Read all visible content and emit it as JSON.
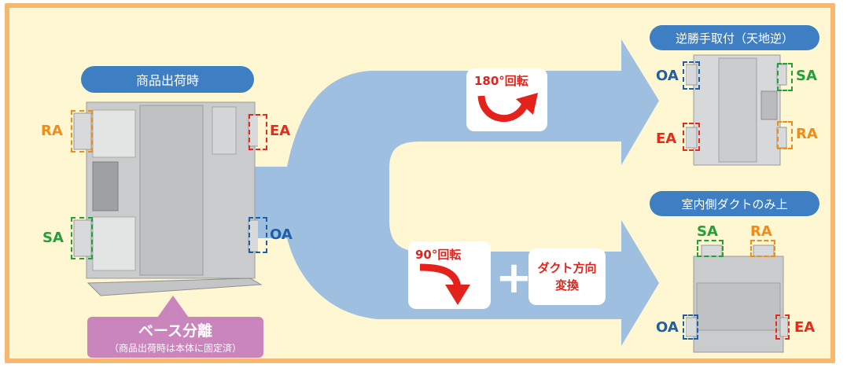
{
  "labels": {
    "shipping_state": "商品出荷時",
    "reverse_mount": "逆勝手取付（天地逆）",
    "indoor_duct_up": "室内側ダクトのみ上",
    "rotate_180": "180°回転",
    "rotate_90": "90°回転",
    "plus": "+",
    "duct_direction_line1": "ダクト方向",
    "duct_direction_line2": "変換",
    "base_separate": "ベース分離",
    "base_separate_note": "（商品出荷時は本体に固定済）"
  },
  "ports": {
    "ra": "RA",
    "ea": "EA",
    "sa": "SA",
    "oa": "OA"
  },
  "colors": {
    "ra": "#f08c19",
    "ea": "#e72a1e",
    "sa": "#22a13a",
    "oa": "#1f5fa8",
    "arrow": "#9fbfe1",
    "pill": "#3d7fc2",
    "frame": "#f6b86e",
    "base_note": "#c985bc"
  }
}
